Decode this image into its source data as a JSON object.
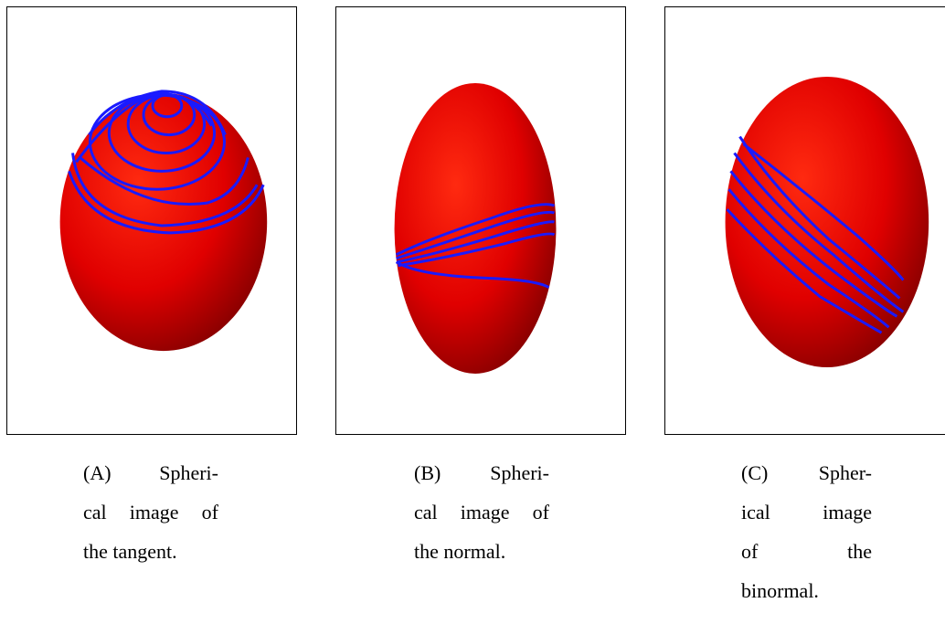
{
  "colors": {
    "surface": "#e50000",
    "surface_shadow": "#6e0000",
    "curve": "#1a1aff",
    "frame": "#000000"
  },
  "figures": [
    {
      "tag": "(A)",
      "lines": [
        "Spheri-",
        "cal image of",
        "the tangent."
      ]
    },
    {
      "tag": "(B)",
      "lines": [
        "Spheri-",
        "cal image of",
        "the normal."
      ]
    },
    {
      "tag": "(C)",
      "lines": [
        "Spher-",
        "ical image",
        "of the",
        "binormal."
      ]
    }
  ]
}
